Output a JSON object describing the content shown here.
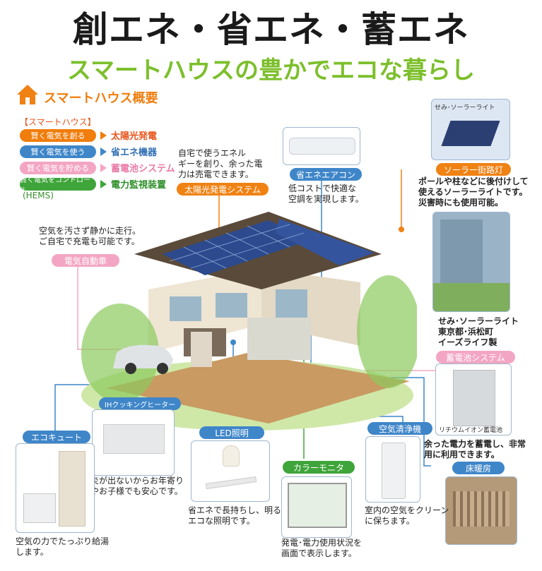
{
  "header": {
    "title": "創エネ・省エネ・蓄エネ",
    "subtitle": "スマートハウスの豊かでエコな暮らし",
    "overview_title": "スマートハウス概要"
  },
  "legend": {
    "heading": "【スマートハウス】",
    "items": [
      {
        "pill": "賢く電気を創る",
        "text": "太陽光発電",
        "color": "#f07d0c"
      },
      {
        "pill": "賢く電気を使う",
        "text": "省エネ機器",
        "color": "#3f86c9"
      },
      {
        "pill": "賢く電気を貯める",
        "text": "蓄電池システム",
        "color": "#f3a6c3"
      },
      {
        "pill": "賢く電気をコントロール",
        "text": "電力監視装置",
        "color": "#3fa53a"
      }
    ],
    "hems": "(HEMS)"
  },
  "callouts": {
    "solar": {
      "tag": "太陽光発電システム",
      "desc": "自宅で使うエネル\nギーを創り、余った電\n力は売電できます。"
    },
    "aircon": {
      "tag": "省エネエアコン",
      "desc": "低コストで快適な\n空調を実現します。"
    },
    "solar_light": {
      "tag": "ソーラー街路灯",
      "desc": "ポールや柱などに後付けして\n使えるソーラーライトです。\n災害時にも使用可能。",
      "photo_caption": "せみ･ソーラーライト"
    },
    "ev": {
      "tag": "電気自動車",
      "desc": "空気を汚さず静かに走行。\nご自宅で充電も可能です。"
    },
    "semi_light": {
      "desc": "せみ･ソーラーライト\n東京都･浜松町\nイーズライフ製"
    },
    "battery": {
      "tag": "蓄電池システム",
      "caption": "リチウムイオン蓄電池",
      "desc": "余った電力を蓄電し、非常\n用に利用できます。"
    },
    "floor_heat": {
      "tag": "床暖房"
    },
    "ih": {
      "tag": "IHクッキングヒーター",
      "desc": "炎が出ないからお年寄り\nやお子様でも安心です。"
    },
    "ecocute": {
      "tag": "エコキュート",
      "desc": "空気の力でたっぷり給湯\nします。"
    },
    "led": {
      "tag": "LED照明",
      "desc": "省エネで長持ちし、明るく\nエコな照明です。"
    },
    "monitor": {
      "tag": "カラーモニタ",
      "desc": "発電･電力使用状況を\n画面で表示します。"
    },
    "purifier": {
      "tag": "空気清浄機",
      "desc": "室内の空気をクリーン\nに保ちます。"
    }
  }
}
